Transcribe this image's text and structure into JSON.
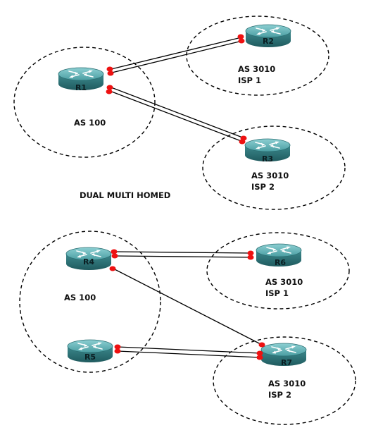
{
  "routers": {
    "r1": "R1",
    "r2": "R2",
    "r3": "R3",
    "r4": "R4",
    "r5": "R5",
    "r6": "R6",
    "r7": "R7"
  },
  "top": {
    "as_local": "AS 100",
    "isp1_as": "AS 3010",
    "isp1_name": "ISP 1",
    "isp2_as": "AS 3010",
    "isp2_name": "ISP 2"
  },
  "caption": "DUAL MULTI HOMED",
  "bottom": {
    "as_local": "AS 100",
    "isp1_as": "AS 3010",
    "isp1_name": "ISP 1",
    "isp2_as": "AS 3010",
    "isp2_name": "ISP 2"
  },
  "colors": {
    "router_top": "#5aa7ab",
    "router_side": "#2b6f73",
    "port": "#ee1111",
    "link": "#000000"
  }
}
